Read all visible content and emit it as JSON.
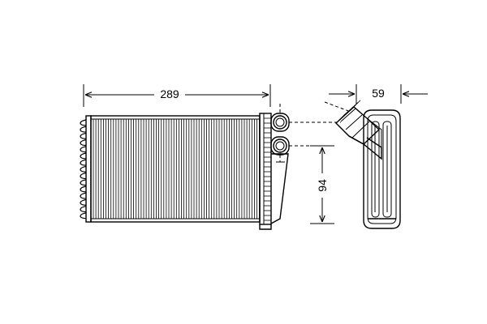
{
  "dimensions": {
    "width": "289",
    "depth": "59",
    "height": "94"
  },
  "colors": {
    "line": "#000000",
    "background": "#ffffff"
  }
}
